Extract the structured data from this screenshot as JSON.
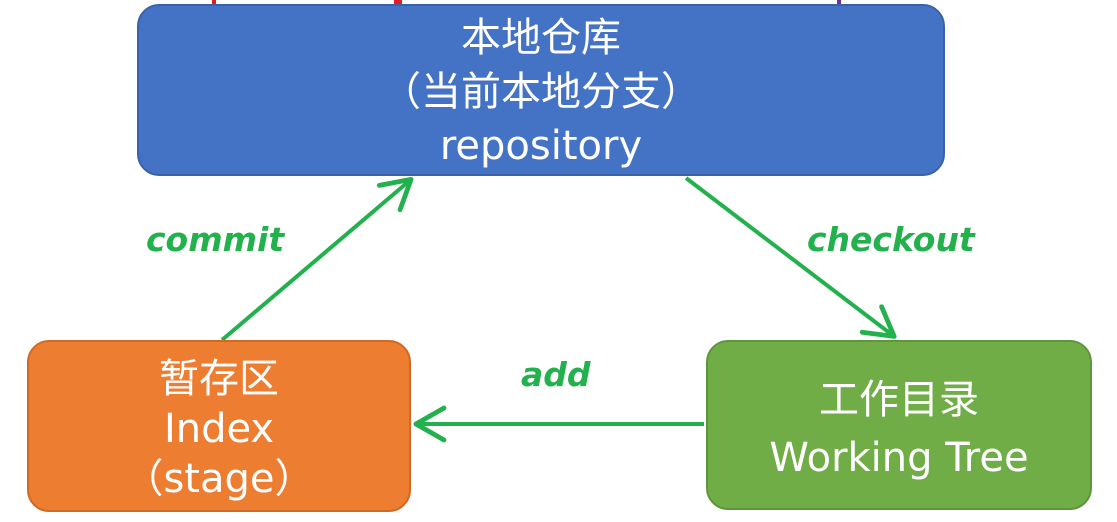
{
  "colors": {
    "repository_box": "#4472c4",
    "index_box": "#ed7d31",
    "working_tree_box": "#70ad47",
    "arrow": "#22b14c",
    "label": "#22b14c"
  },
  "repository": {
    "line1": "本地仓库",
    "line2": "（当前本地分支）",
    "line3": "repository"
  },
  "index": {
    "line1": "暂存区",
    "line2": "Index",
    "line3": "（stage）"
  },
  "working_tree": {
    "line1": "工作目录",
    "line2": "Working Tree"
  },
  "edges": {
    "commit": "commit",
    "checkout": "checkout",
    "add": "add"
  }
}
